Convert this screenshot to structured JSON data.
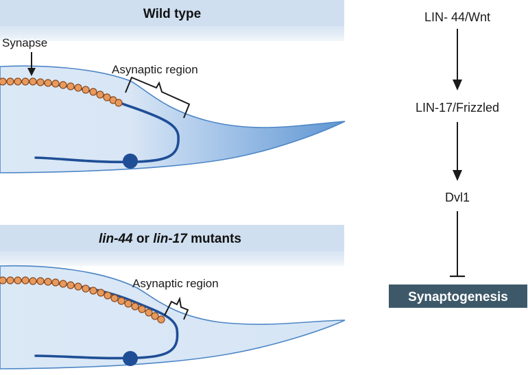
{
  "panels": {
    "wild_type": {
      "title": "Wild type",
      "synapse_label": "Synapse",
      "asynaptic_label": "Asynaptic region"
    },
    "mutant": {
      "title_gene1": "lin-44",
      "title_or": " or ",
      "title_gene2": "lin-17",
      "title_suffix": " mutants",
      "asynaptic_label": "Asynaptic region"
    }
  },
  "pathway": {
    "step1": "LIN- 44/Wnt",
    "step2": "LIN-17/Frizzled",
    "step3": "Dvl1",
    "outcome": "Synaptogenesis",
    "inhibition": true
  },
  "colors": {
    "band": "#cfdff0",
    "worm_light": "#dbe8f6",
    "worm_dark": "#5f96d2",
    "worm_edge": "#4d86c6",
    "neuron": "#1f4e96",
    "synapse_fill": "#e89a5e",
    "synapse_edge": "#8a4a1e",
    "outcome_box": "#3d5868"
  }
}
